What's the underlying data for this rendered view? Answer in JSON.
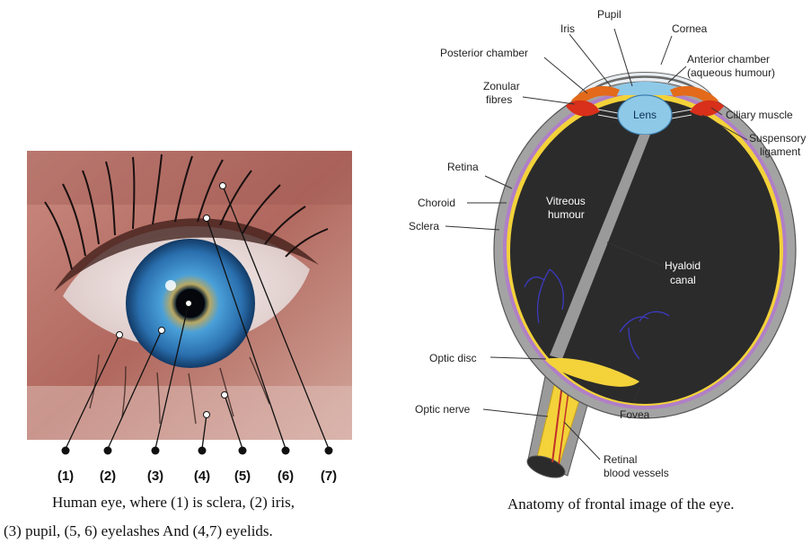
{
  "left_figure": {
    "markers": [
      "(1)",
      "(2)",
      "(3)",
      "(4)",
      "(5)",
      "(6)",
      "(7)"
    ],
    "caption_line1": "Human eye, where (1) is sclera, (2) iris,",
    "caption_line2": "(3) pupil, (5, 6) eyelashes And (4,7) eyelids."
  },
  "right_figure": {
    "labels": {
      "pupil": "Pupil",
      "iris": "Iris",
      "cornea": "Cornea",
      "posterior_chamber": "Posterior chamber",
      "anterior_chamber_1": "Anterior chamber",
      "anterior_chamber_2": "(aqueous humour)",
      "zonular_1": "Zonular",
      "zonular_2": "fibres",
      "lens": "Lens",
      "ciliary_muscle": "Ciliary muscle",
      "suspensory_1": "Suspensory",
      "suspensory_2": "ligament",
      "retina": "Retina",
      "choroid": "Choroid",
      "sclera": "Sclera",
      "vitreous_1": "Vitreous",
      "vitreous_2": "humour",
      "hyaloid_1": "Hyaloid",
      "hyaloid_2": "canal",
      "optic_disc": "Optic disc",
      "optic_nerve": "Optic nerve",
      "fovea": "Fovea",
      "retinal_1": "Retinal",
      "retinal_2": "blood vessels"
    },
    "caption": "Anatomy of frontal image of the eye."
  },
  "colors": {
    "iris_blue": "#2f7fc4",
    "vitreous": "#2b2b2b",
    "sclera_grey": "#9a9a9a",
    "retina_yellow": "#f3d23a",
    "choroid_purple": "#b07fc8",
    "ciliary_red": "#d8301a",
    "iris_orange": "#e36a1a",
    "lens_blue": "#8ec9e8"
  }
}
